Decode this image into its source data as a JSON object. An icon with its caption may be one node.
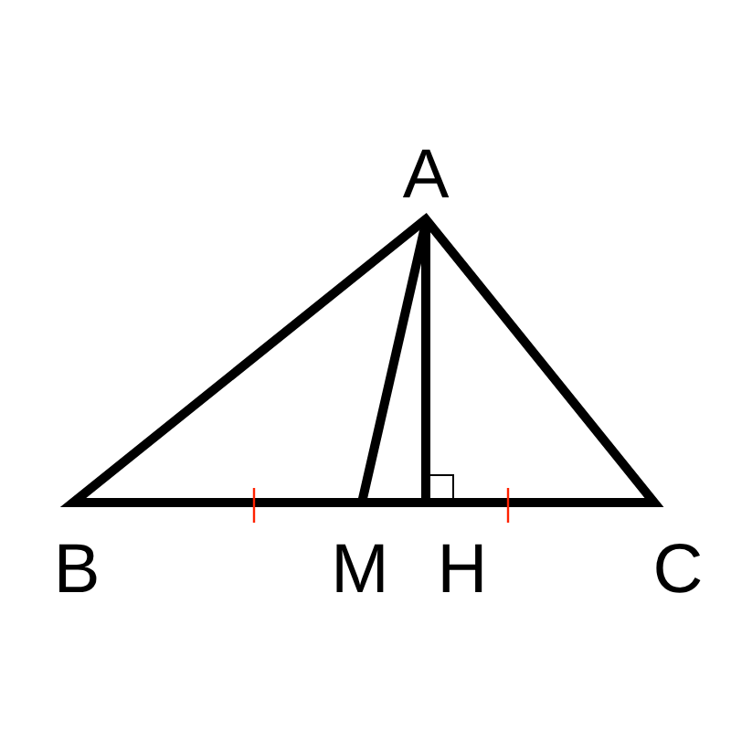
{
  "diagram": {
    "labels": [
      "A",
      "B",
      "M",
      "H",
      "C"
    ]
  }
}
